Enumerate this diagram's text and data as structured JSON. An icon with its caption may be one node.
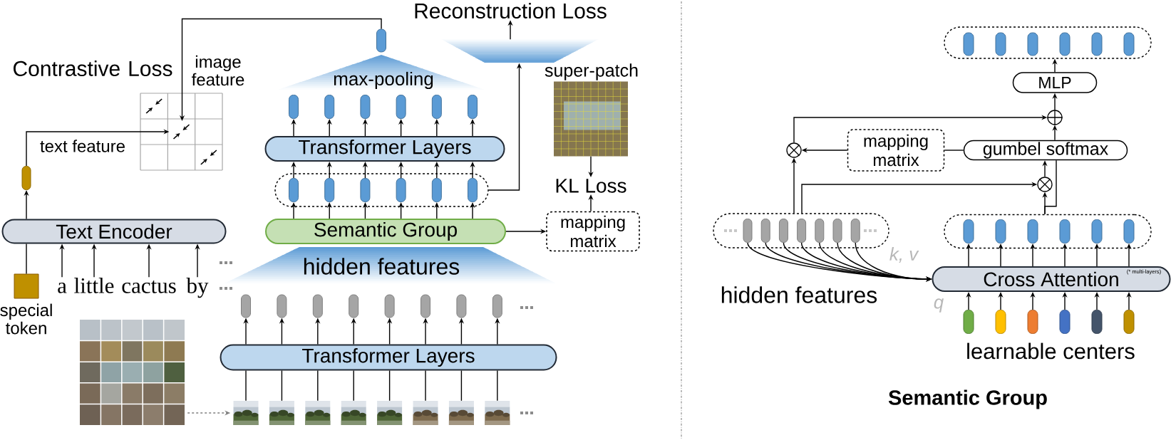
{
  "diagram": {
    "caption": "Semantic Group",
    "nodes": [
      {
        "text": [
          "Text Encoder"
        ]
      },
      {
        "text": [],
        "shape": "box",
        "beside": [
          "special token"
        ]
      },
      {
        "text": [
          "a"
        ]
      },
      {
        "text": [
          "little"
        ]
      },
      {
        "text": [
          "cactus"
        ]
      },
      {
        "text": [
          "by"
        ]
      },
      {
        "text": [],
        "shape": "bar"
      },
      {
        "text": [],
        "shape": "grid",
        "beside": [
          "Contrastive Loss"
        ]
      },
      {
        "text": [],
        "shape": "bar"
      },
      {
        "text": [
          "max-pooling"
        ]
      },
      {
        "text": [],
        "shape": "bar"
      },
      {
        "text": [],
        "shape": "bar"
      },
      {
        "text": [],
        "shape": "bar"
      },
      {
        "text": [],
        "shape": "bar"
      },
      {
        "text": [],
        "shape": "bar"
      },
      {
        "text": [],
        "shape": "bar"
      },
      {
        "text": [
          "Transformer Layers"
        ]
      },
      {
        "text": [],
        "shape": "box"
      },
      {
        "text": [],
        "shape": "bar",
        "in": 17
      },
      {
        "text": [],
        "shape": "bar",
        "in": 17
      },
      {
        "text": [],
        "shape": "bar",
        "in": 17
      },
      {
        "text": [],
        "shape": "bar",
        "in": 17
      },
      {
        "text": [],
        "shape": "bar",
        "in": 17
      },
      {
        "text": [],
        "shape": "bar",
        "in": 17
      },
      {
        "text": [
          "Semantic Group"
        ]
      },
      {
        "text": [
          "hidden features"
        ]
      },
      {
        "text": [],
        "shape": "bar"
      },
      {
        "text": [],
        "shape": "bar"
      },
      {
        "text": [],
        "shape": "bar"
      },
      {
        "text": [],
        "shape": "bar"
      },
      {
        "text": [],
        "shape": "bar"
      },
      {
        "text": [],
        "shape": "bar"
      },
      {
        "text": [],
        "shape": "bar"
      },
      {
        "text": [],
        "shape": "bar"
      },
      {
        "text": [
          "Transformer Layers"
        ]
      },
      {
        "text": [],
        "shape": "picture"
      },
      {
        "text": [],
        "shape": "picture"
      },
      {
        "text": [],
        "shape": "picture"
      },
      {
        "text": [],
        "shape": "picture"
      },
      {
        "text": [],
        "shape": "picture"
      },
      {
        "text": [],
        "shape": "picture"
      },
      {
        "text": [],
        "shape": "picture"
      },
      {
        "text": [],
        "shape": "picture"
      },
      {
        "text": [],
        "shape": "picture"
      },
      {
        "text": [],
        "shape": "trapezoid"
      },
      {
        "text": [
          "Reconstruction Loss"
        ]
      },
      {
        "text": [],
        "shape": "picture",
        "beside": [
          "super-patch"
        ]
      },
      {
        "text": [
          "KL Loss"
        ]
      },
      {
        "text": [
          "mapping matrix"
        ]
      },
      {
        "text": [],
        "shape": "box"
      },
      {
        "text": [],
        "shape": "bar",
        "in": 49
      },
      {
        "text": [],
        "shape": "bar",
        "in": 49
      },
      {
        "text": [],
        "shape": "bar",
        "in": 49
      },
      {
        "text": [],
        "shape": "bar",
        "in": 49
      },
      {
        "text": [],
        "shape": "bar",
        "in": 49
      },
      {
        "text": [],
        "shape": "bar",
        "in": 49
      },
      {
        "text": [
          "MLP"
        ]
      },
      {
        "text": [],
        "shape": "circle"
      },
      {
        "text": [
          "gumbel softmax"
        ]
      },
      {
        "text": [
          "mapping matrix"
        ]
      },
      {
        "text": [],
        "shape": "circle"
      },
      {
        "text": [],
        "shape": "circle"
      },
      {
        "text": [],
        "shape": "box"
      },
      {
        "text": [],
        "shape": "bar",
        "in": 62
      },
      {
        "text": [],
        "shape": "bar",
        "in": 62
      },
      {
        "text": [],
        "shape": "bar",
        "in": 62
      },
      {
        "text": [],
        "shape": "bar",
        "in": 62
      },
      {
        "text": [],
        "shape": "bar",
        "in": 62
      },
      {
        "text": [],
        "shape": "bar",
        "in": 62
      },
      {
        "text": [],
        "shape": "bar",
        "in": 62
      },
      {
        "text": [],
        "shape": "box"
      },
      {
        "text": [],
        "shape": "bar",
        "in": 70
      },
      {
        "text": [],
        "shape": "bar",
        "in": 70
      },
      {
        "text": [],
        "shape": "bar",
        "in": 70
      },
      {
        "text": [],
        "shape": "bar",
        "in": 70
      },
      {
        "text": [],
        "shape": "bar",
        "in": 70
      },
      {
        "text": [],
        "shape": "bar",
        "in": 70
      },
      {
        "text": [
          "Cross Attention",
          "(* multi-layers)"
        ]
      },
      {
        "text": [],
        "shape": "bar"
      },
      {
        "text": [],
        "shape": "bar"
      },
      {
        "text": [],
        "shape": "bar"
      },
      {
        "text": [],
        "shape": "bar"
      },
      {
        "text": [],
        "shape": "bar"
      },
      {
        "text": [],
        "shape": "bar"
      }
    ],
    "edges": [
      {
        "from": 1,
        "to": 0,
        "arrow": "none"
      },
      {
        "from": 2,
        "to": 0,
        "arrow": "to"
      },
      {
        "from": 3,
        "to": 0,
        "arrow": "to"
      },
      {
        "from": 4,
        "to": 0,
        "arrow": "to"
      },
      {
        "from": 5,
        "to": 0,
        "arrow": "to"
      },
      {
        "from": 0,
        "to": 6,
        "arrow": "to"
      },
      {
        "from": 6,
        "to": 7,
        "arrow": "to",
        "label": "text feature"
      },
      {
        "from": 8,
        "to": 7,
        "arrow": "to",
        "label": "image feature"
      },
      {
        "from": 16,
        "to": 10,
        "arrow": "to"
      },
      {
        "from": 16,
        "to": 11,
        "arrow": "to"
      },
      {
        "from": 16,
        "to": 12,
        "arrow": "to"
      },
      {
        "from": 16,
        "to": 13,
        "arrow": "to"
      },
      {
        "from": 16,
        "to": 14,
        "arrow": "to"
      },
      {
        "from": 16,
        "to": 15,
        "arrow": "to"
      },
      {
        "from": 18,
        "to": 16,
        "arrow": "to"
      },
      {
        "from": 19,
        "to": 16,
        "arrow": "to"
      },
      {
        "from": 20,
        "to": 16,
        "arrow": "to"
      },
      {
        "from": 21,
        "to": 16,
        "arrow": "to"
      },
      {
        "from": 22,
        "to": 16,
        "arrow": "to"
      },
      {
        "from": 23,
        "to": 16,
        "arrow": "to"
      },
      {
        "from": 24,
        "to": 18,
        "arrow": "to"
      },
      {
        "from": 24,
        "to": 19,
        "arrow": "to"
      },
      {
        "from": 24,
        "to": 20,
        "arrow": "to"
      },
      {
        "from": 24,
        "to": 21,
        "arrow": "to"
      },
      {
        "from": 24,
        "to": 22,
        "arrow": "to"
      },
      {
        "from": 24,
        "to": 23,
        "arrow": "to"
      },
      {
        "from": 24,
        "to": 48,
        "arrow": "to"
      },
      {
        "from": 48,
        "to": 47,
        "arrow": "to"
      },
      {
        "from": 46,
        "to": 47,
        "arrow": "to"
      },
      {
        "from": 17,
        "to": 44,
        "arrow": "to"
      },
      {
        "from": 44,
        "to": 45,
        "arrow": "to"
      },
      {
        "from": 34,
        "to": 26,
        "arrow": "to"
      },
      {
        "from": 34,
        "to": 27,
        "arrow": "to"
      },
      {
        "from": 34,
        "to": 28,
        "arrow": "to"
      },
      {
        "from": 34,
        "to": 29,
        "arrow": "to"
      },
      {
        "from": 34,
        "to": 30,
        "arrow": "to"
      },
      {
        "from": 34,
        "to": 31,
        "arrow": "to"
      },
      {
        "from": 34,
        "to": 32,
        "arrow": "to"
      },
      {
        "from": 34,
        "to": 33,
        "arrow": "to"
      },
      {
        "from": 35,
        "to": 34,
        "arrow": "none"
      },
      {
        "from": 36,
        "to": 34,
        "arrow": "none"
      },
      {
        "from": 37,
        "to": 34,
        "arrow": "none"
      },
      {
        "from": 38,
        "to": 34,
        "arrow": "none"
      },
      {
        "from": 39,
        "to": 34,
        "arrow": "none"
      },
      {
        "from": 40,
        "to": 34,
        "arrow": "none"
      },
      {
        "from": 41,
        "to": 34,
        "arrow": "none"
      },
      {
        "from": 42,
        "to": 34,
        "arrow": "none"
      },
      {
        "from": 43,
        "to": 35,
        "arrow": "to",
        "style": "dashed",
        "color": "#7f7f7f"
      },
      {
        "from": 56,
        "to": 49,
        "arrow": "to"
      },
      {
        "from": 57,
        "to": 56,
        "arrow": "to"
      },
      {
        "from": 58,
        "to": 57,
        "arrow": "to"
      },
      {
        "from": 58,
        "to": 59,
        "arrow": "none"
      },
      {
        "from": 59,
        "to": 60,
        "arrow": "to"
      },
      {
        "from": 62,
        "to": 60,
        "arrow": "to"
      },
      {
        "from": 60,
        "to": 57,
        "arrow": "to"
      },
      {
        "from": 62,
        "to": 61,
        "arrow": "to"
      },
      {
        "from": 70,
        "to": 61,
        "arrow": "to"
      },
      {
        "from": 61,
        "to": 58,
        "arrow": "to"
      },
      {
        "from": 70,
        "to": 58,
        "arrow": "none"
      },
      {
        "from": 63,
        "to": 77,
        "arrow": "to"
      },
      {
        "from": 64,
        "to": 77,
        "arrow": "to"
      },
      {
        "from": 65,
        "to": 77,
        "arrow": "to"
      },
      {
        "from": 66,
        "to": 77,
        "arrow": "to"
      },
      {
        "from": 67,
        "to": 77,
        "arrow": "to"
      },
      {
        "from": 68,
        "to": 77,
        "arrow": "to"
      },
      {
        "from": 69,
        "to": 77,
        "arrow": "to"
      },
      {
        "from": 77,
        "to": 71,
        "arrow": "to"
      },
      {
        "from": 77,
        "to": 72,
        "arrow": "to"
      },
      {
        "from": 77,
        "to": 73,
        "arrow": "to"
      },
      {
        "from": 77,
        "to": 74,
        "arrow": "to"
      },
      {
        "from": 77,
        "to": 75,
        "arrow": "to"
      },
      {
        "from": 77,
        "to": 76,
        "arrow": "to"
      },
      {
        "from": 78,
        "to": 77,
        "arrow": "to"
      },
      {
        "from": 79,
        "to": 77,
        "arrow": "to"
      },
      {
        "from": 80,
        "to": 77,
        "arrow": "to"
      },
      {
        "from": 81,
        "to": 77,
        "arrow": "to"
      },
      {
        "from": 82,
        "to": 77,
        "arrow": "to"
      },
      {
        "from": 83,
        "to": 77,
        "arrow": "to"
      }
    ],
    "labels": [
      "k, v",
      "q",
      "hidden features",
      "learnable centers"
    ]
  }
}
